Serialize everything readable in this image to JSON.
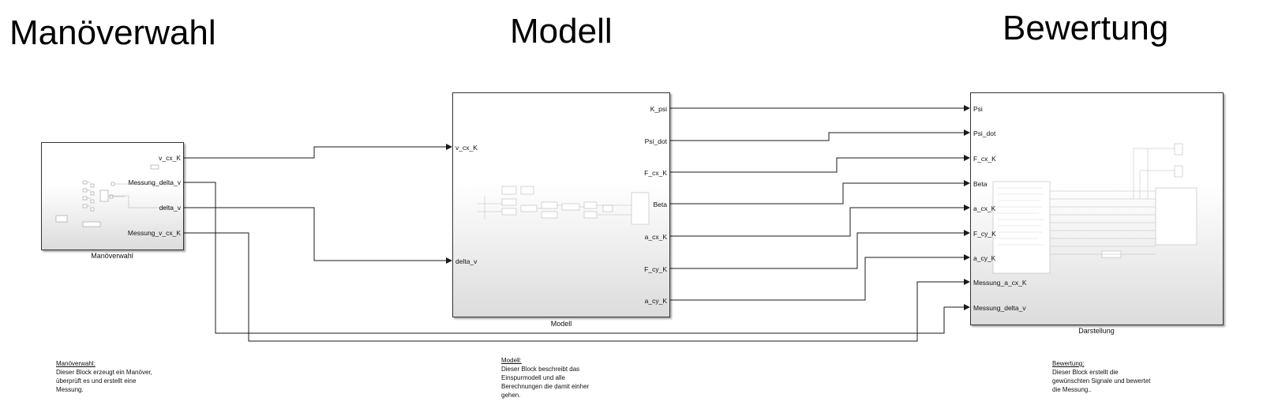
{
  "titles": {
    "manoever": "Manöverwahl",
    "modell": "Modell",
    "bewertung": "Bewertung"
  },
  "blocks": {
    "manoever": {
      "name": "Manöverwahl",
      "outputs": [
        "v_cx_K",
        "Messung_delta_v",
        "delta_v",
        "Messung_v_cx_K"
      ]
    },
    "modell": {
      "name": "Modell",
      "inputs": [
        "v_cx_K",
        "delta_v"
      ],
      "outputs": [
        "K_psi",
        "Psi_dot",
        "F_cx_K",
        "Beta",
        "a_cx_K",
        "F_cy_K",
        "a_cy_K"
      ]
    },
    "darstellung": {
      "name": "Darstellung",
      "inputs": [
        "Psi",
        "Psi_dot",
        "F_cx_K",
        "Beta",
        "a_cx_K",
        "F_cy_K",
        "a_cy_K",
        "Messung_a_cx_K",
        "Messung_delta_v"
      ]
    }
  },
  "notes": {
    "manoever": {
      "heading": "Manöverwahl:",
      "lines": [
        "Dieser Block erzeugt ein Manöver,",
        "überprüft es und erstellt eine",
        "Messung."
      ]
    },
    "modell": {
      "heading": "Modell:",
      "lines": [
        "Dieser Block beschreibt das",
        "Einspurmodell und alle",
        "Berechnungen die damit einher",
        "gehen."
      ]
    },
    "bewertung": {
      "heading": "Bewertung:",
      "lines": [
        "Dieser Block erstellt die",
        "gewünschten Signale und bewertet",
        "die Messung.."
      ]
    }
  },
  "colors": {
    "wire": "#1a1a1a",
    "block_border": "#333333",
    "block_gradient_bottom": "#dcdcdc"
  }
}
